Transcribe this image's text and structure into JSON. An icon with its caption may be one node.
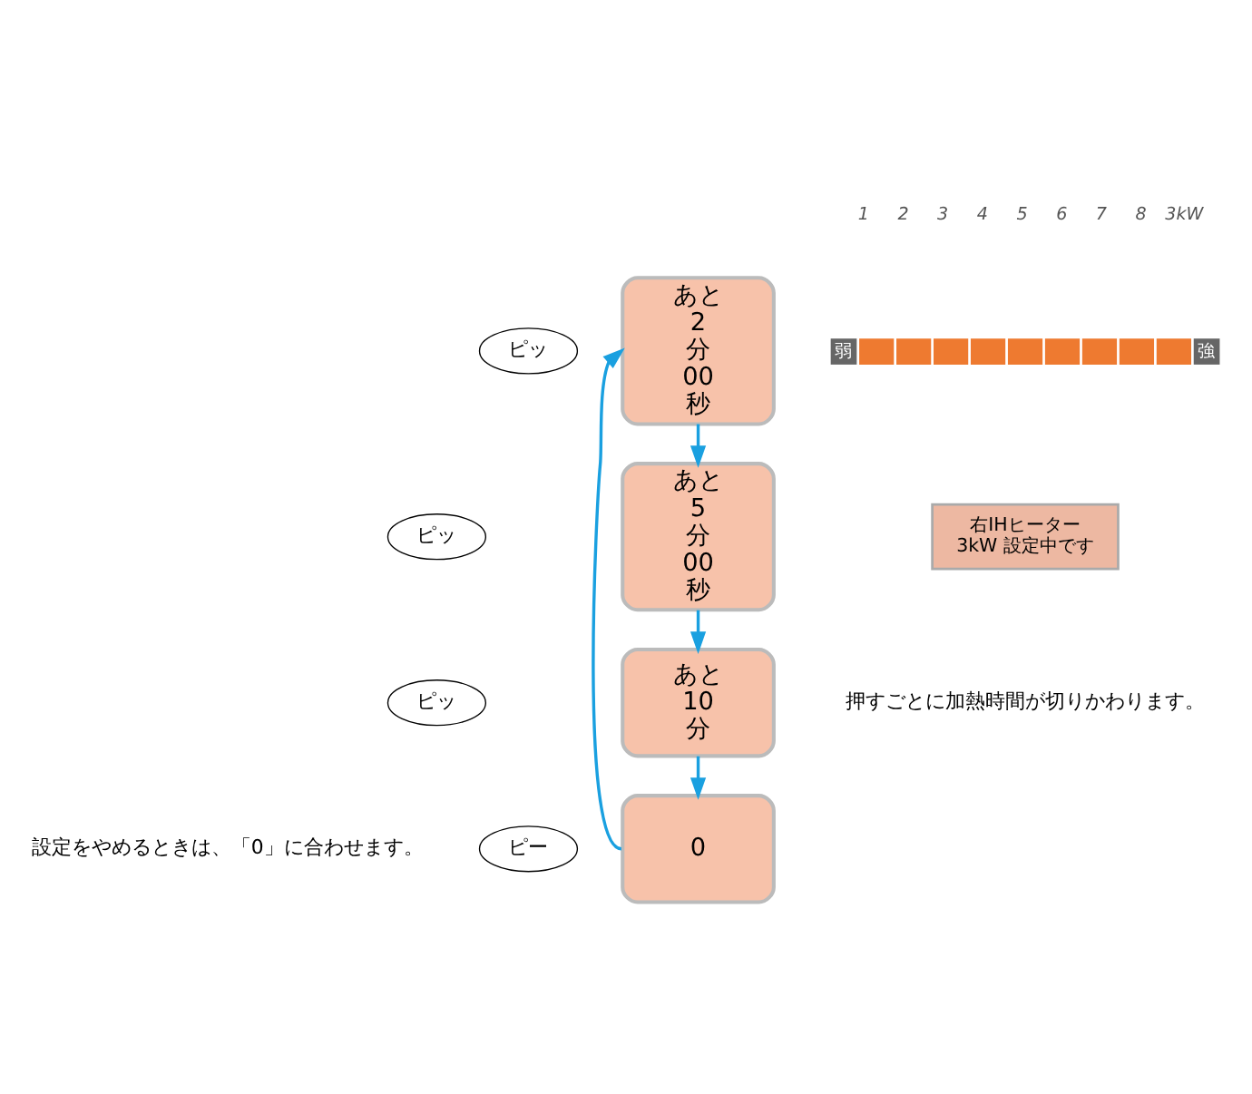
{
  "diagram": {
    "nodes": [
      {
        "text": [
          "ピッ"
        ]
      },
      {
        "text": [
          "あと",
          "2",
          "分",
          "00",
          "秒"
        ]
      },
      {
        "text": [
          "弱",
          "強"
        ]
      },
      {
        "text": [
          "右IHヒーター",
          "3kW 設定中です"
        ]
      },
      {
        "text": [
          "ピッ"
        ]
      },
      {
        "text": [
          "あと",
          "5",
          "分",
          "00",
          "秒"
        ]
      },
      {
        "text": [
          "ピッ"
        ]
      },
      {
        "text": [
          "あと",
          "10",
          "分"
        ]
      },
      {
        "text": [
          "ピー"
        ]
      },
      {
        "text": [
          "0"
        ]
      }
    ],
    "edges": [
      {
        "from": 1,
        "to": 5,
        "arrow": "to"
      },
      {
        "from": 5,
        "to": 7,
        "arrow": "to"
      },
      {
        "from": 7,
        "to": 9,
        "arrow": "to"
      },
      {
        "from": 9,
        "to": 1,
        "arrow": "to"
      }
    ],
    "labels": [
      "1",
      "2",
      "3",
      "4",
      "5",
      "6",
      "7",
      "8",
      "3kW",
      "押すごとに加熱時間が切りかわります。",
      "設定をやめるときは、「0」に合わせます。"
    ]
  }
}
